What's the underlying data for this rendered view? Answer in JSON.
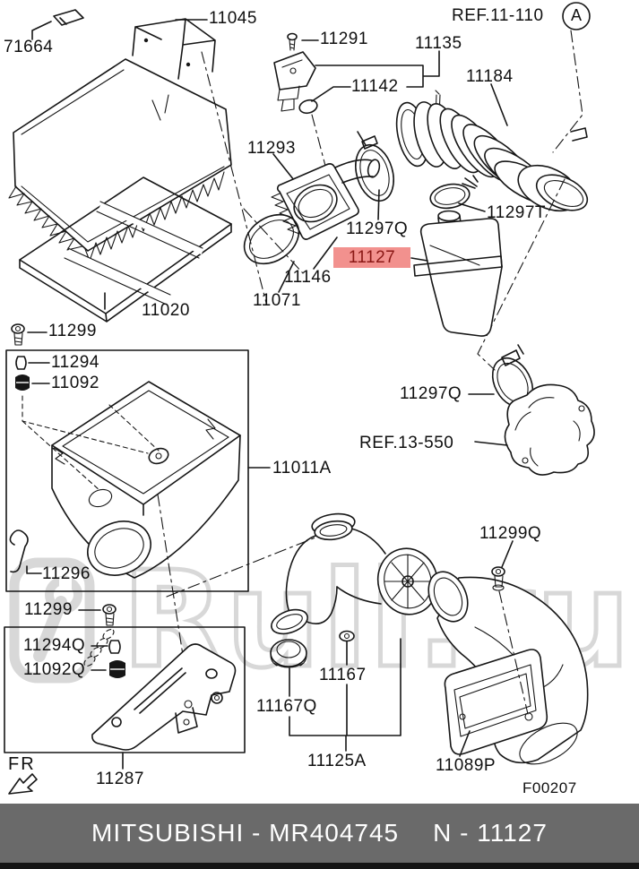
{
  "watermark": {
    "text": "Ruli.ru"
  },
  "colors": {
    "highlight_bg": "#f2918e",
    "highlight_text": "#8a1815",
    "footer_bg": "#6a6a6a",
    "watermark_gray": "#d8d8d8",
    "line_color": "#161616"
  },
  "callouts": {
    "c71664": "71664",
    "c11045": "11045",
    "c11291": "11291",
    "c11135": "11135",
    "c11142": "11142",
    "c11184": "11184",
    "c11293": "11293",
    "c11297Q": "11297Q",
    "c11297T": "11297T",
    "c11127": "11127",
    "c11146": "11146",
    "c11071": "11071",
    "c11020": "11020",
    "c11299": "11299",
    "c11294": "11294",
    "c11092": "11092",
    "c11011A": "11011A",
    "c11296": "11296",
    "c11294Q": "11294Q",
    "c11092Q": "11092Q",
    "c11287": "11287",
    "c11299Q": "11299Q",
    "c11167": "11167",
    "c11167Q": "11167Q",
    "c11125A": "11125A",
    "c11089P": "11089P"
  },
  "refs": {
    "ref_11_110": "REF.11-110",
    "ref_13_550": "REF.13-550",
    "view_marker": "A",
    "figure_code": "F00207",
    "front_label": "FR"
  },
  "footer": {
    "brand_code": "MITSUBISHI - MR404745",
    "part_code": "N - 11127"
  }
}
